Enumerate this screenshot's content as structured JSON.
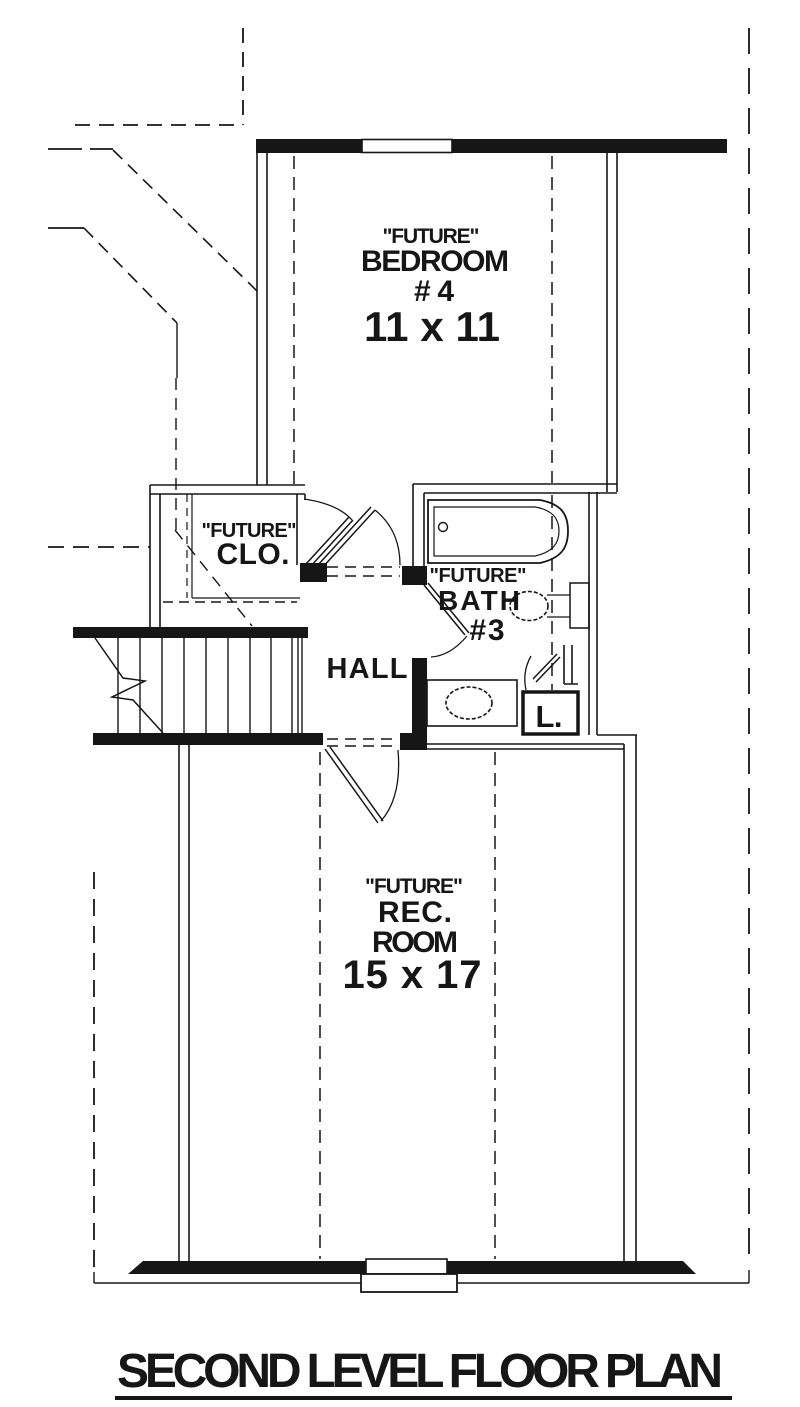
{
  "title": {
    "text": "SECOND LEVEL FLOOR PLAN"
  },
  "rooms": {
    "bedroom": {
      "tag": "\"FUTURE\"",
      "name": "BEDROOM",
      "number": "#4",
      "dimensions": "11 x 11"
    },
    "closet": {
      "tag": "\"FUTURE\"",
      "name": "CLO."
    },
    "bath": {
      "tag": "\"FUTURE\"",
      "name": "BATH",
      "number": "#3"
    },
    "hall": {
      "name": "HALL"
    },
    "linen": {
      "abbr": "L."
    },
    "rec_room": {
      "tag": "\"FUTURE\"",
      "name_line1": "REC.",
      "name_line2": "ROOM",
      "dimensions": "15 x 17"
    }
  },
  "colors": {
    "ink": "#161616",
    "background": "#ffffff"
  }
}
